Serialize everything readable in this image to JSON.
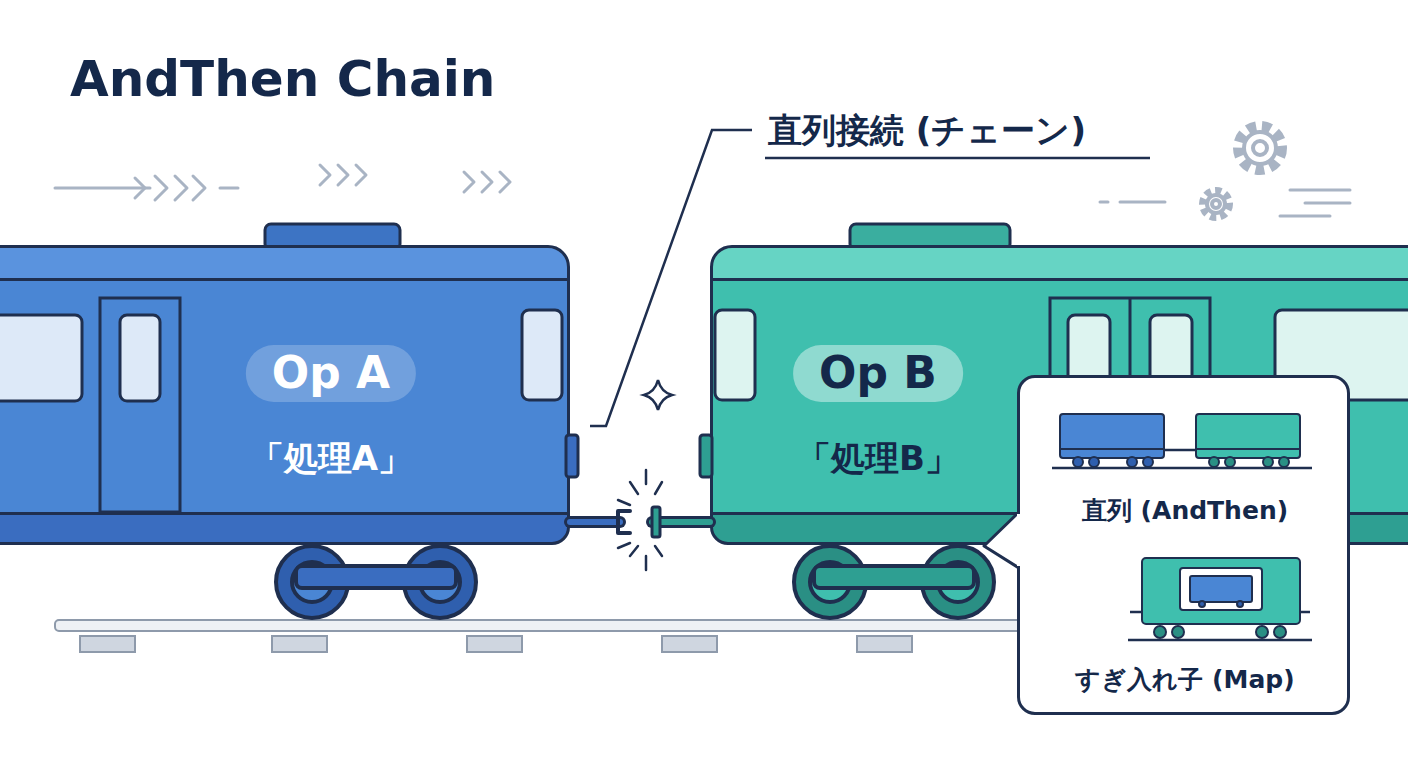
{
  "diagram": {
    "title": "AndThen Chain",
    "nodes": [
      {
        "text": [
          "Op A",
          "「処理A」"
        ]
      },
      {
        "text": [
          "Op B",
          "「処理B」"
        ]
      },
      {
        "text": [
          "直列 (AndThen)",
          "すぎ入れ子 (Map)"
        ]
      }
    ],
    "edges": [
      {
        "from": 0,
        "to": 1,
        "arrow": "none"
      }
    ],
    "labels": [
      "直列接続 (チェーン)"
    ]
  }
}
